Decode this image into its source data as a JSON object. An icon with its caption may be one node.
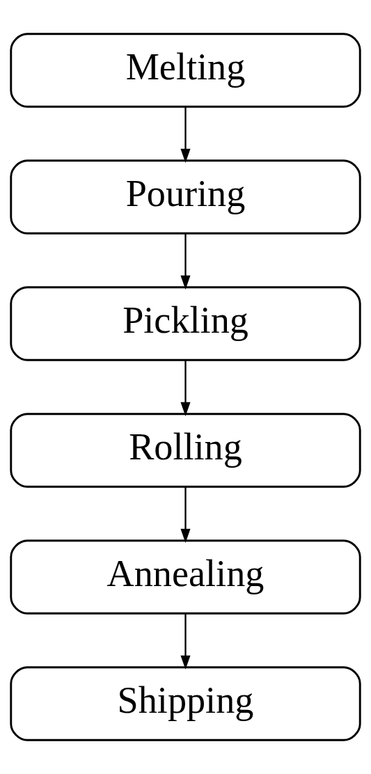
{
  "diagram": {
    "nodes": [
      {
        "text": [
          "Melting"
        ]
      },
      {
        "text": [
          "Pouring"
        ]
      },
      {
        "text": [
          "Pickling"
        ]
      },
      {
        "text": [
          "Rolling"
        ]
      },
      {
        "text": [
          "Annealing"
        ]
      },
      {
        "text": [
          "Shipping"
        ]
      }
    ],
    "edges": [
      {
        "from": 0,
        "to": 1,
        "arrow": "to"
      },
      {
        "from": 1,
        "to": 2,
        "arrow": "to"
      },
      {
        "from": 2,
        "to": 3,
        "arrow": "to"
      },
      {
        "from": 3,
        "to": 4,
        "arrow": "to"
      },
      {
        "from": 4,
        "to": 5,
        "arrow": "to"
      }
    ]
  }
}
